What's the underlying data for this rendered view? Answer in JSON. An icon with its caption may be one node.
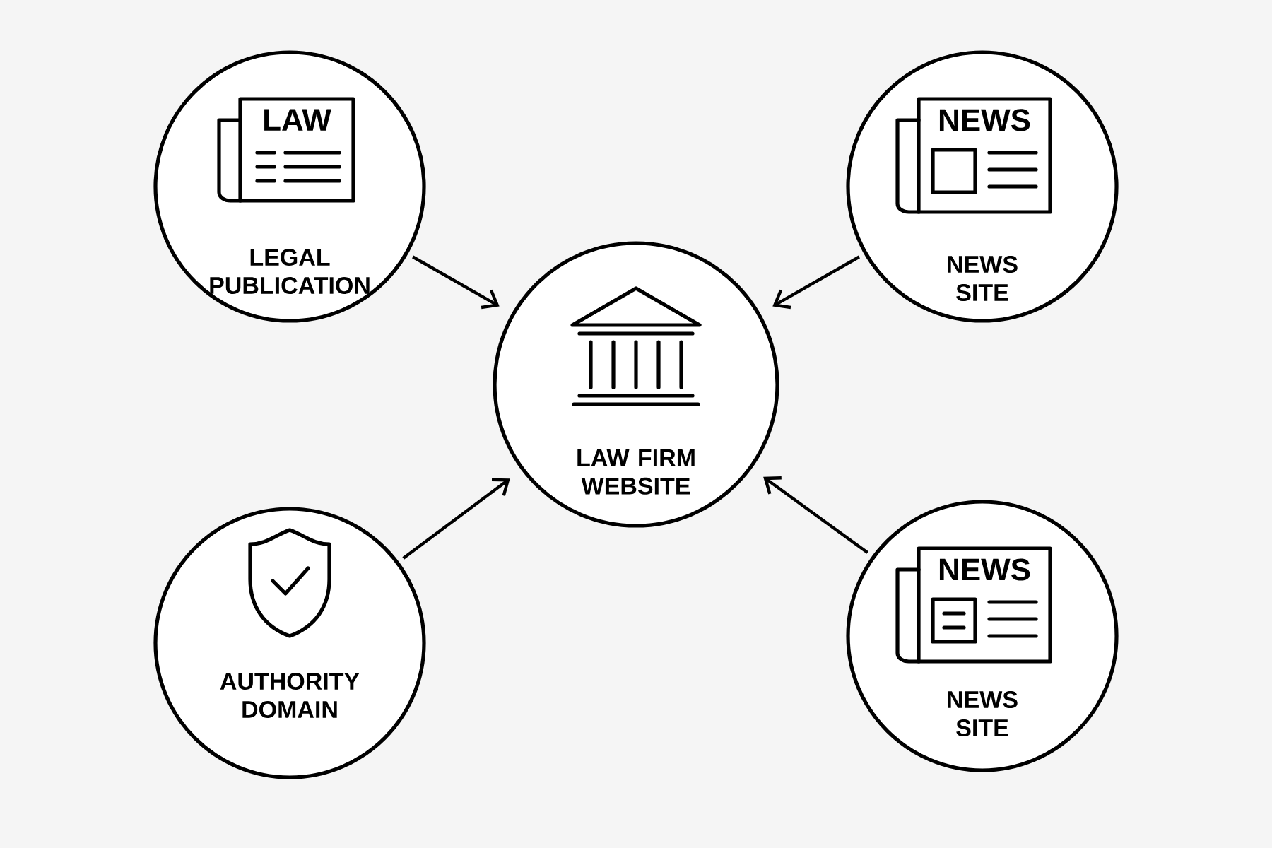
{
  "diagram": {
    "nodes": [
      {
        "text": [
          "LAW",
          "LEGAL PUBLICATION"
        ]
      },
      {
        "text": [
          "NEWS",
          "NEWS SITE"
        ]
      },
      {
        "text": [
          "LAW FIRM WEBSITE"
        ]
      },
      {
        "text": [
          "AUTHORITY DOMAIN"
        ]
      },
      {
        "text": [
          "NEWS",
          "NEWS SITE"
        ]
      }
    ],
    "edges": [
      {
        "from": 0,
        "to": 2,
        "arrow": "to"
      },
      {
        "from": 1,
        "to": 2,
        "arrow": "to"
      },
      {
        "from": 3,
        "to": 2,
        "arrow": "to"
      },
      {
        "from": 4,
        "to": 2,
        "arrow": "to"
      }
    ]
  }
}
